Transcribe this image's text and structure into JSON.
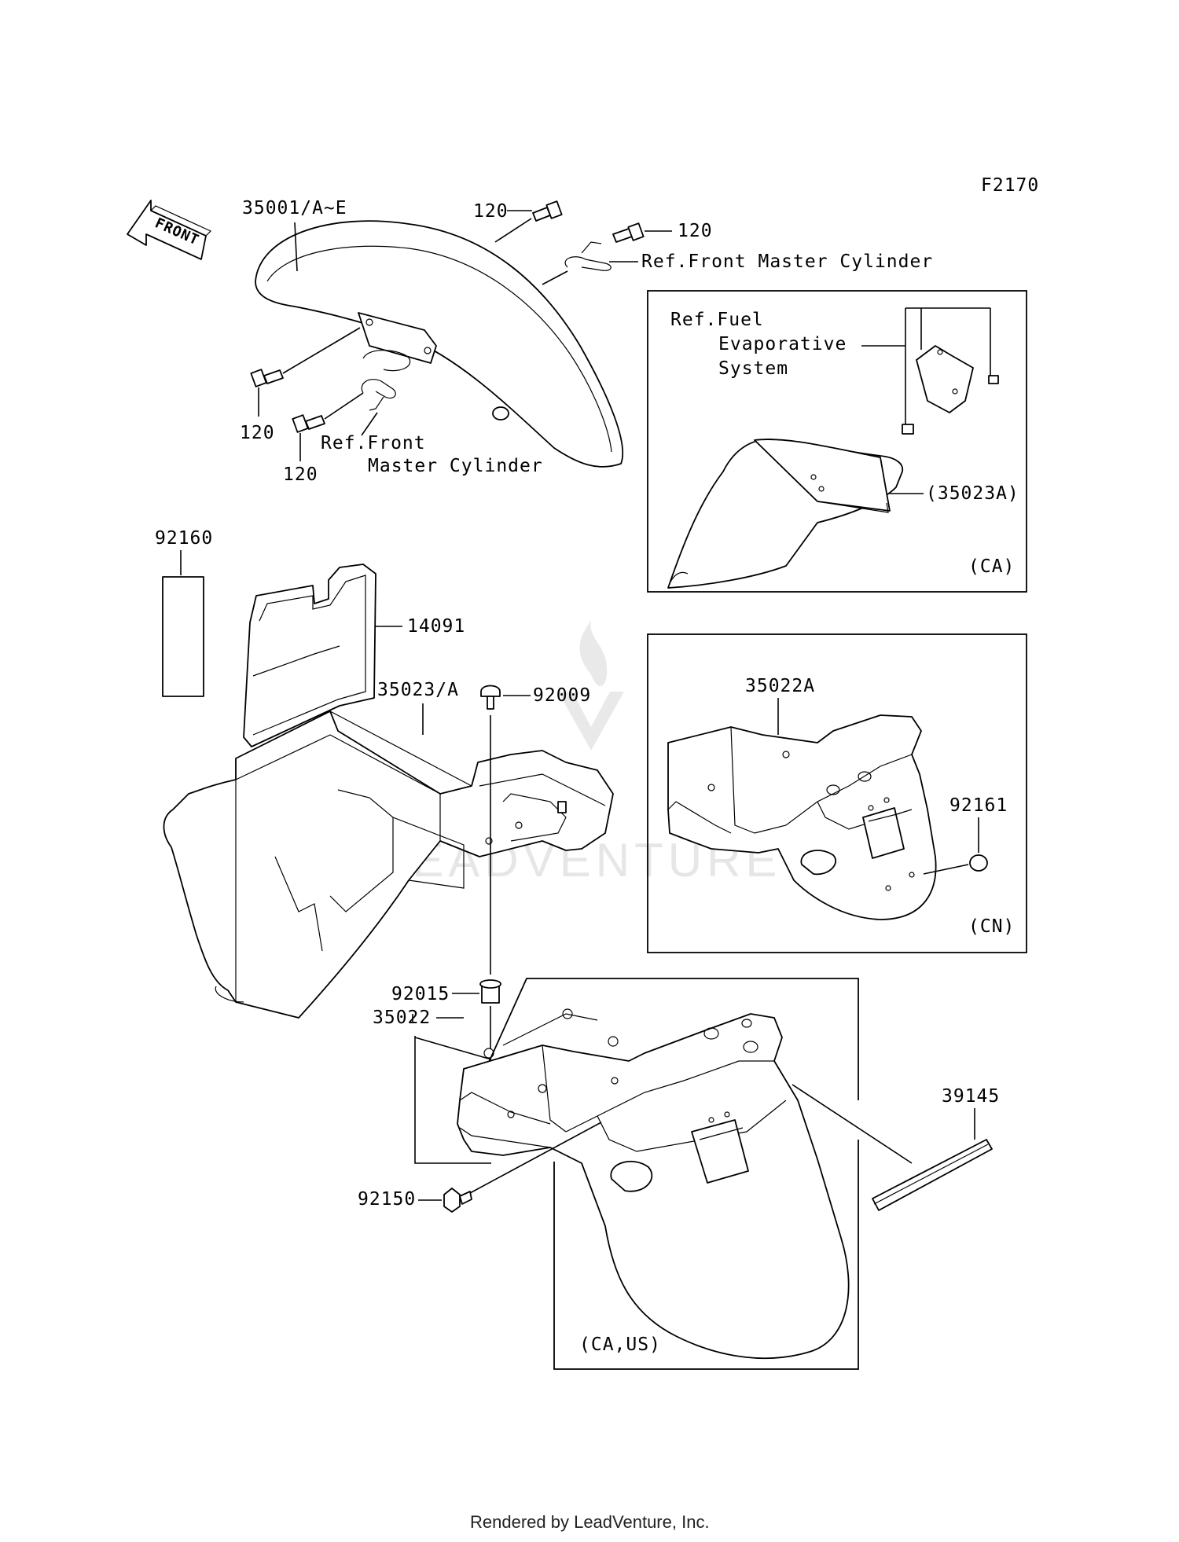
{
  "figure_code": "F2170",
  "direction_label": "FRONT",
  "footer": "Rendered by LeadVenture, Inc.",
  "watermark": "LEADVENTURE",
  "callouts": {
    "front_fender": "35001/A~E",
    "bolt_top_a": "120",
    "bolt_top_b": "120",
    "bolt_left_a": "120",
    "bolt_left_b": "120",
    "ref_master_cyl_top": "Ref.Front Master Cylinder",
    "ref_master_cyl_bottom_1": "Ref.Front",
    "ref_master_cyl_bottom_2": "Master Cylinder",
    "ref_fuel_1": "Ref.Fuel",
    "ref_fuel_2": "Evaporative",
    "ref_fuel_3": "System",
    "inner_fender_ca": "(35023A)",
    "region_ca": "(CA)",
    "label_pad": "92160",
    "cover": "14091",
    "inner_fender": "35023/A",
    "screw": "92009",
    "rear_fender_cn": "35022A",
    "cap": "92161",
    "region_cn": "(CN)",
    "nut": "92015",
    "rear_fender": "35022",
    "bolt_flange": "92150",
    "trim": "39145",
    "region_ca_us": "(CA,US)"
  }
}
